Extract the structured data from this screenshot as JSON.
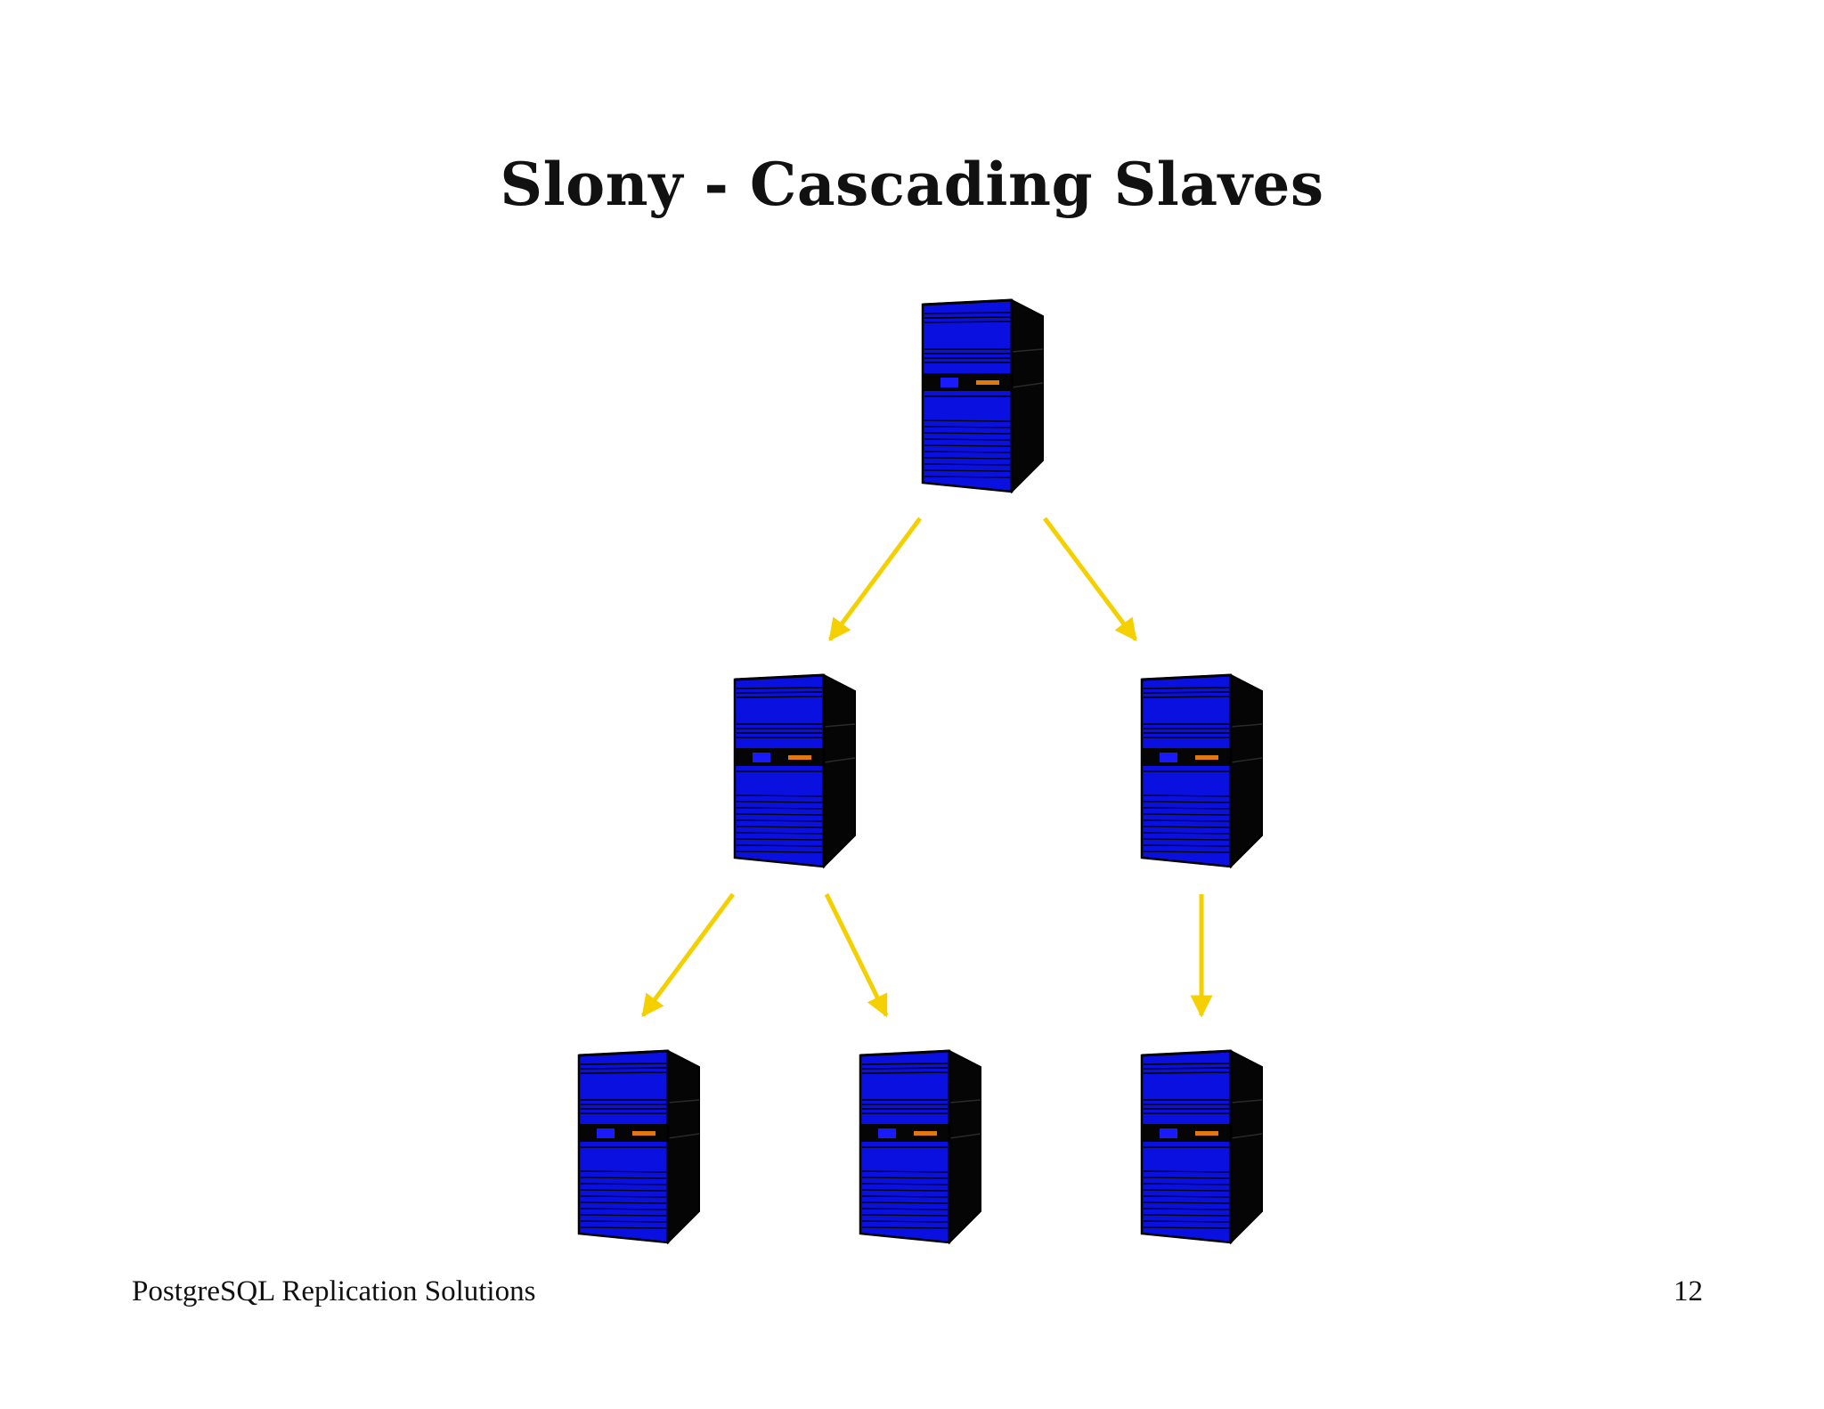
{
  "slide": {
    "title": "Slony - Cascading Slaves",
    "footer_left": "PostgreSQL Replication Solutions",
    "page_number": "12"
  },
  "diagram": {
    "node_icon": "server-tower-icon",
    "colors": {
      "server_body": "#0a10e0",
      "server_side": "#050505",
      "server_led_blue": "#1a1aff",
      "server_led_orange": "#e07a10",
      "arrow": "#f5d000"
    },
    "nodes": [
      {
        "id": "origin"
      },
      {
        "id": "subscriber-left"
      },
      {
        "id": "subscriber-right"
      },
      {
        "id": "cascade-left-1"
      },
      {
        "id": "cascade-left-2"
      },
      {
        "id": "cascade-right"
      }
    ],
    "edges": [
      {
        "from": "origin",
        "to": "subscriber-left"
      },
      {
        "from": "origin",
        "to": "subscriber-right"
      },
      {
        "from": "subscriber-left",
        "to": "cascade-left-1"
      },
      {
        "from": "subscriber-left",
        "to": "cascade-left-2"
      },
      {
        "from": "subscriber-right",
        "to": "cascade-right"
      }
    ]
  }
}
